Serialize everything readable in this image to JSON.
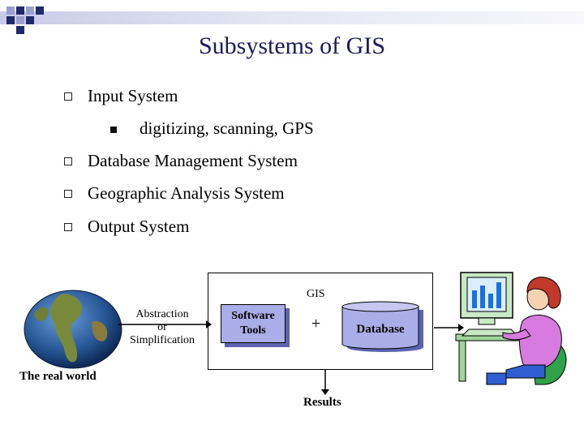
{
  "slide": {
    "title": "Subsystems of GIS",
    "bullets": [
      {
        "text": "Input System"
      },
      {
        "text": "digitizing, scanning, GPS"
      },
      {
        "text": "Database Management System"
      },
      {
        "text": "Geographic Analysis System"
      },
      {
        "text": "Output System"
      }
    ]
  },
  "diagram": {
    "gis_label": "GIS",
    "abstraction_label": "Abstraction\nor\nSimplification",
    "software_tools_label": "Software\nTools",
    "plus_sign": "+",
    "database_label": "Database",
    "real_world_label": "The real world",
    "results_label": "Results"
  },
  "colors": {
    "title": "#1a1a5e",
    "header_accent": "#1f2a6b",
    "header_light": "#9aa0cf",
    "box_fill": "#aaaee8",
    "shadow": "#5c63b0"
  }
}
